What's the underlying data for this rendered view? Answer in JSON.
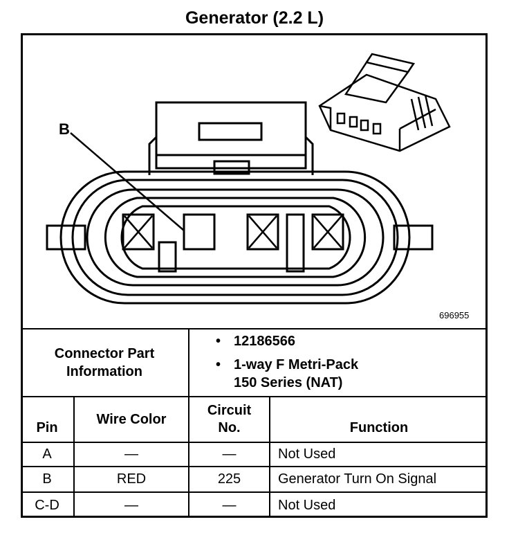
{
  "title": "Generator (2.2 L)",
  "diagram": {
    "callout_label": "B",
    "figure_number": "696955"
  },
  "part_info": {
    "label_line1": "Connector Part",
    "label_line2": "Information",
    "bullets": [
      {
        "bullet": "•",
        "text": "12186566"
      },
      {
        "bullet": "•",
        "text": "1-way F Metri-Pack",
        "text2": "150 Series (NAT)"
      }
    ]
  },
  "table": {
    "headers": {
      "pin": "Pin",
      "wire_color": "Wire Color",
      "circuit_line1": "Circuit",
      "circuit_line2": "No.",
      "function": "Function"
    },
    "rows": [
      {
        "pin": "A",
        "wire_color": "—",
        "circuit": "—",
        "function": "Not Used"
      },
      {
        "pin": "B",
        "wire_color": "RED",
        "circuit": "225",
        "function": "Generator Turn On Signal"
      },
      {
        "pin": "C-D",
        "wire_color": "—",
        "circuit": "—",
        "function": "Not Used"
      }
    ]
  }
}
